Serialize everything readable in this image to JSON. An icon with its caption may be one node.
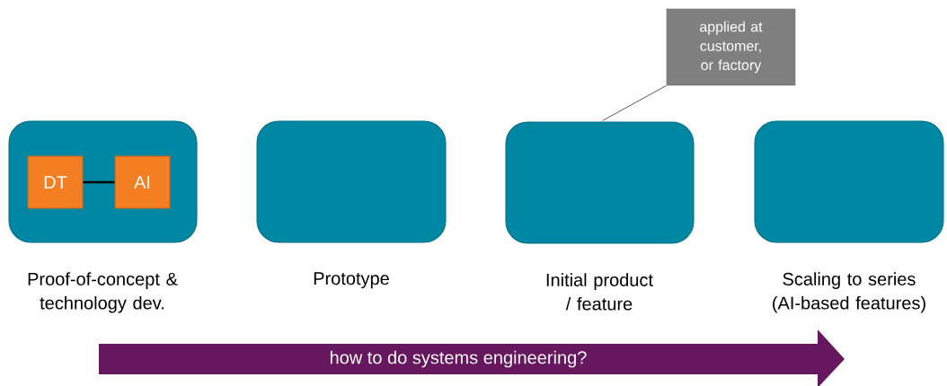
{
  "diagram": {
    "nodes": [
      {
        "text": [],
        "shape": "box"
      },
      {
        "text": [
          "DT"
        ],
        "in": 0
      },
      {
        "text": [
          "AI"
        ],
        "in": 0
      },
      {
        "text": [],
        "shape": "box"
      },
      {
        "text": [],
        "shape": "box"
      },
      {
        "text": [],
        "shape": "box"
      },
      {
        "text": [
          "applied at customer, or factory"
        ]
      },
      {
        "text": [
          "how to do systems engineering?"
        ]
      }
    ],
    "edges": [
      {
        "from": 1,
        "to": 2,
        "arrow": "none",
        "style": "thick"
      },
      {
        "from": 6,
        "to": 4,
        "arrow": "none"
      }
    ],
    "labels": [
      "Proof-of-concept & technology dev.",
      "Prototype",
      "Initial product / feature",
      "Scaling to series (AI-based features)"
    ]
  }
}
